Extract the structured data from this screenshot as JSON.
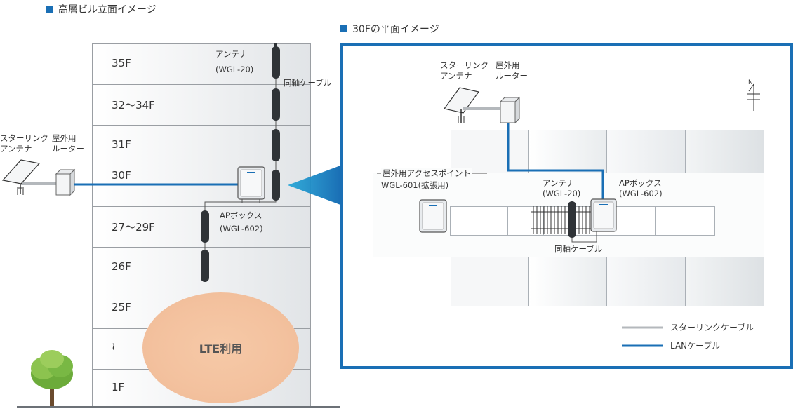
{
  "titles": {
    "elevation": "高層ビル立面イメージ",
    "plan": "30Fの平面イメージ"
  },
  "floors": [
    {
      "label": "35F"
    },
    {
      "label": "32〜34F"
    },
    {
      "label": "31F"
    },
    {
      "label": "30F"
    },
    {
      "label": "27〜29F"
    },
    {
      "label": "26F"
    },
    {
      "label": "25F"
    },
    {
      "label": "≀"
    },
    {
      "label": "1F"
    }
  ],
  "lte": {
    "label": "LTE利用"
  },
  "elevation_labels": {
    "antenna_line1": "アンテナ",
    "antenna_line2": "(WGL-20)",
    "coax": "同軸ケーブル",
    "ap_line1": "APボックス",
    "ap_line2": "(WGL-602)",
    "starlink_line1": "スターリンク",
    "starlink_line2": "アンテナ",
    "router_line1": "屋外用",
    "router_line2": "ルーター"
  },
  "plan_labels": {
    "starlink_line1": "スターリンク",
    "starlink_line2": "アンテナ",
    "router_line1": "屋外用",
    "router_line2": "ルーター",
    "ext_ap_line1": "屋外用アクセスポイント",
    "ext_ap_line2": "WGL-601(拡張用)",
    "antenna_line1": "アンテナ",
    "antenna_line2": "(WGL-20)",
    "apbox_line1": "APボックス",
    "apbox_line2": "(WGL-602)",
    "coax": "同軸ケーブル",
    "north": "N"
  },
  "legend": [
    {
      "label": "スターリンクケーブル",
      "color": "#b4b8bc"
    },
    {
      "label": "LANケーブル",
      "color": "#1a6fb5"
    }
  ],
  "colors": {
    "accent": "#1a6fb5",
    "starlink_cable": "#b4b8bc",
    "lte": "#f3c19e"
  }
}
